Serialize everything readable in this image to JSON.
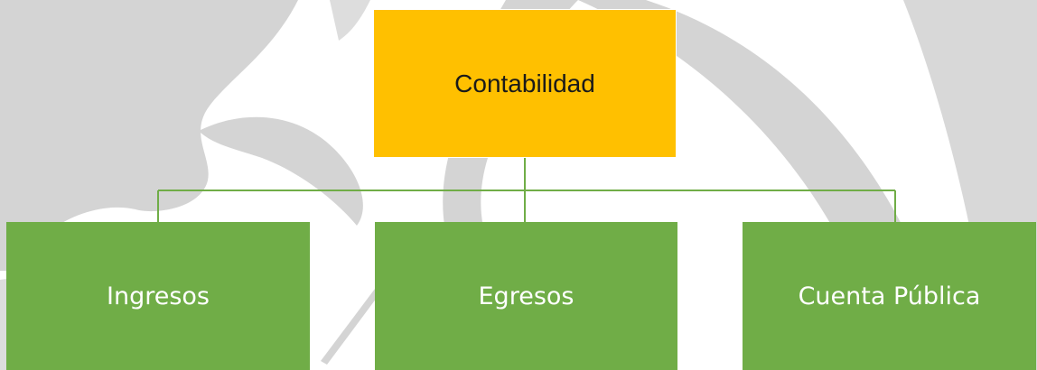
{
  "diagram": {
    "root": {
      "label": "Contabilidad",
      "color": "#ffc000"
    },
    "children": [
      {
        "label": "Ingresos",
        "color": "#70ad47"
      },
      {
        "label": "Egresos",
        "color": "#70ad47"
      },
      {
        "label": "Cuenta Pública",
        "color": "#70ad47"
      }
    ],
    "connector_color": "#70ad47",
    "watermark_color": "#d0d0d0"
  }
}
